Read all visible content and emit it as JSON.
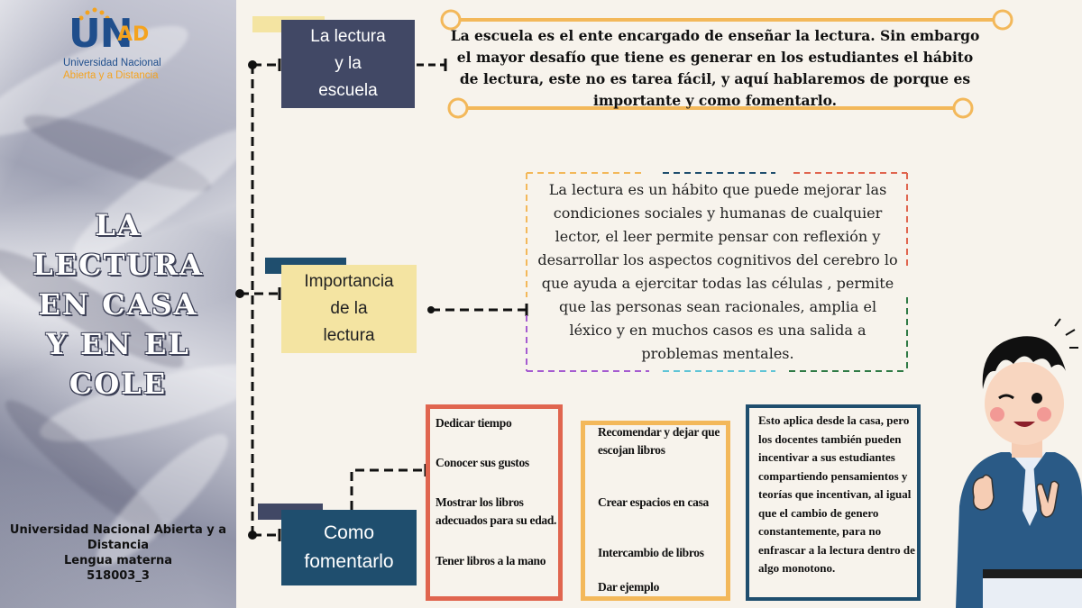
{
  "logo": {
    "mark": "UN",
    "mark_suffix": "AD",
    "line1": "Universidad Nacional",
    "line2": "Abierta y a Distancia"
  },
  "title": {
    "line1": "LA LECTURA",
    "line2": "EN CASA",
    "line3": "Y EN EL",
    "line4": "COLE"
  },
  "footer": {
    "line1": "Universidad Nacional Abierta y a",
    "line2": "Distancia",
    "line3": "Lengua materna",
    "line4": "518003_3"
  },
  "topics": [
    {
      "label_line1": "La lectura",
      "label_line2": "y la",
      "label_line3": "escuela"
    },
    {
      "label_line1": "Importancia",
      "label_line2": "de la",
      "label_line3": "lectura"
    },
    {
      "label_line1": "Como",
      "label_line2": "fomentarlo"
    }
  ],
  "intro": {
    "text": "La escuela es el ente encargado de enseñar la lectura. Sin embargo el mayor desafío que tiene es generar en los estudiantes el hábito de lectura, este no es tarea fácil, y aquí hablaremos de porque es importante  y como fomentarlo."
  },
  "importance": {
    "text": "La lectura es un hábito que puede mejorar las condiciones sociales y humanas de cualquier lector, el leer permite pensar con reflexión y desarrollar los aspectos cognitivos del cerebro lo que ayuda a ejercitar todas las células , permite que las personas sean racionales, amplia el léxico y en muchos casos es una salida a problemas mentales."
  },
  "tips_red": [
    "Dedicar tiempo",
    "Conocer sus gustos",
    "Mostrar los libros adecuados para su edad.",
    "Tener libros a la mano"
  ],
  "tips_orange": [
    "Recomendar y dejar que escojan libros",
    "Crear espacios en casa",
    "Intercambio de libros",
    "Dar ejemplo"
  ],
  "tips_navy": {
    "text": "Esto aplica desde la casa, pero los docentes también pueden incentivar a sus estudiantes compartiendo pensamientos y teorías que incentivan, al igual que el cambio de genero constantemente, para no enfrascar a la lectura dentro de algo monotono."
  },
  "colors": {
    "navy": "#414865",
    "cream": "#f4e4a2",
    "teal": "#1f4e6e",
    "red": "#e0654f",
    "orange": "#f3b85a",
    "background": "#f7f3ec"
  }
}
